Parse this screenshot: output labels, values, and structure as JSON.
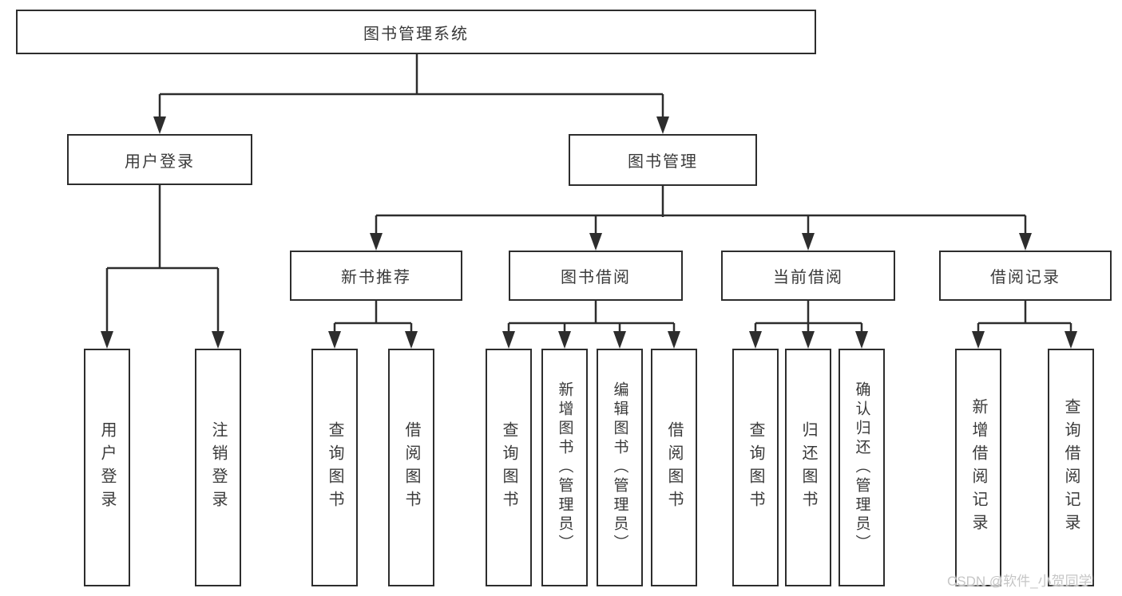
{
  "diagram": {
    "type": "hierarchy-diagram",
    "colors": {
      "line": "#2d2d2d",
      "box_border": "#2d2d2d",
      "text": "#3a3a3a",
      "background": "#ffffff",
      "watermark": "#c6c6c6"
    },
    "nodes": [
      {
        "id": "root",
        "label": "图书管理系统"
      },
      {
        "id": "user-login",
        "label": "用户登录"
      },
      {
        "id": "book-management",
        "label": "图书管理"
      },
      {
        "id": "new-book-recommend",
        "label": "新书推荐"
      },
      {
        "id": "book-borrow",
        "label": "图书借阅"
      },
      {
        "id": "current-borrow",
        "label": "当前借阅"
      },
      {
        "id": "borrow-records",
        "label": "借阅记录"
      },
      {
        "id": "user-login-leaf",
        "label": "用户登录"
      },
      {
        "id": "logout-leaf",
        "label": "注销登录"
      },
      {
        "id": "query-books-rec",
        "label": "查询图书"
      },
      {
        "id": "borrow-books-rec",
        "label": "借阅图书"
      },
      {
        "id": "query-books-borrow",
        "label": "查询图书"
      },
      {
        "id": "add-books-admin",
        "label": "新增图书（管理员）"
      },
      {
        "id": "edit-books-admin",
        "label": "编辑图书（管理员）"
      },
      {
        "id": "borrow-books-borrow",
        "label": "借阅图书"
      },
      {
        "id": "query-books-current",
        "label": "查询图书"
      },
      {
        "id": "return-books",
        "label": "归还图书"
      },
      {
        "id": "confirm-return-admin",
        "label": "确认归还（管理员）"
      },
      {
        "id": "add-borrow-record",
        "label": "新增借阅记录"
      },
      {
        "id": "query-borrow-record",
        "label": "查询借阅记录"
      }
    ],
    "edges": [
      {
        "from": "root",
        "to": "user-login"
      },
      {
        "from": "root",
        "to": "book-management"
      },
      {
        "from": "user-login",
        "to": "user-login-leaf"
      },
      {
        "from": "user-login",
        "to": "logout-leaf"
      },
      {
        "from": "book-management",
        "to": "new-book-recommend"
      },
      {
        "from": "book-management",
        "to": "book-borrow"
      },
      {
        "from": "book-management",
        "to": "current-borrow"
      },
      {
        "from": "book-management",
        "to": "borrow-records"
      },
      {
        "from": "new-book-recommend",
        "to": "query-books-rec"
      },
      {
        "from": "new-book-recommend",
        "to": "borrow-books-rec"
      },
      {
        "from": "book-borrow",
        "to": "query-books-borrow"
      },
      {
        "from": "book-borrow",
        "to": "add-books-admin"
      },
      {
        "from": "book-borrow",
        "to": "edit-books-admin"
      },
      {
        "from": "book-borrow",
        "to": "borrow-books-borrow"
      },
      {
        "from": "current-borrow",
        "to": "query-books-current"
      },
      {
        "from": "current-borrow",
        "to": "return-books"
      },
      {
        "from": "current-borrow",
        "to": "confirm-return-admin"
      },
      {
        "from": "borrow-records",
        "to": "add-borrow-record"
      },
      {
        "from": "borrow-records",
        "to": "query-borrow-record"
      }
    ],
    "watermark": "CSDN @软件_小贺同学"
  }
}
